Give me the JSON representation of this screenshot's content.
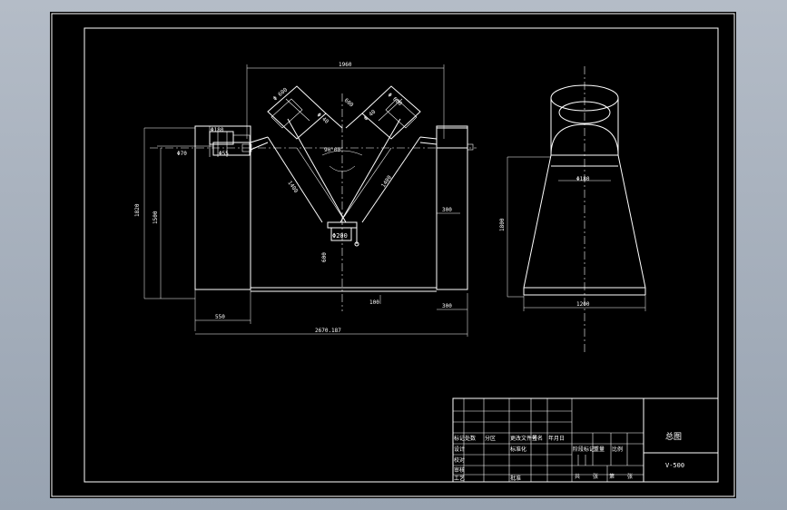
{
  "dimensions": {
    "top_width": "1960",
    "dia_left_top": "Φ 600",
    "dia_right_top": "Φ 600",
    "center_600": "600",
    "left_angle": "Φ 40",
    "right_angle": "Φ 40",
    "dia_180": "Φ180",
    "dia_70": "Φ70",
    "dia_55": "Φ55",
    "angle": "90°00'",
    "left_arm": "1400",
    "right_arm": "1400",
    "height_outer": "1820",
    "height_inner": "1500",
    "outlet_dia": "Φ200",
    "center_height": "600",
    "right_300_upper": "300",
    "right_300_lower": "300",
    "bottom_100": "100",
    "left_550": "550",
    "total_width": "2670.187",
    "side_dia": "Φ180",
    "side_height": "1800",
    "side_width": "1200"
  },
  "title_block": {
    "title": "总图",
    "code": "V-500",
    "row_labels": [
      "标记",
      "设计",
      "校对",
      "审核",
      "工艺"
    ],
    "col_labels": [
      "处数",
      "分区",
      "更改文件号",
      "签名",
      "年月日"
    ],
    "sign_labels": [
      "标准化",
      "批准"
    ],
    "stage_labels": [
      "阶段标记",
      "重量",
      "比例"
    ],
    "sheet_labels": [
      "共",
      "张",
      "第",
      "张"
    ]
  }
}
